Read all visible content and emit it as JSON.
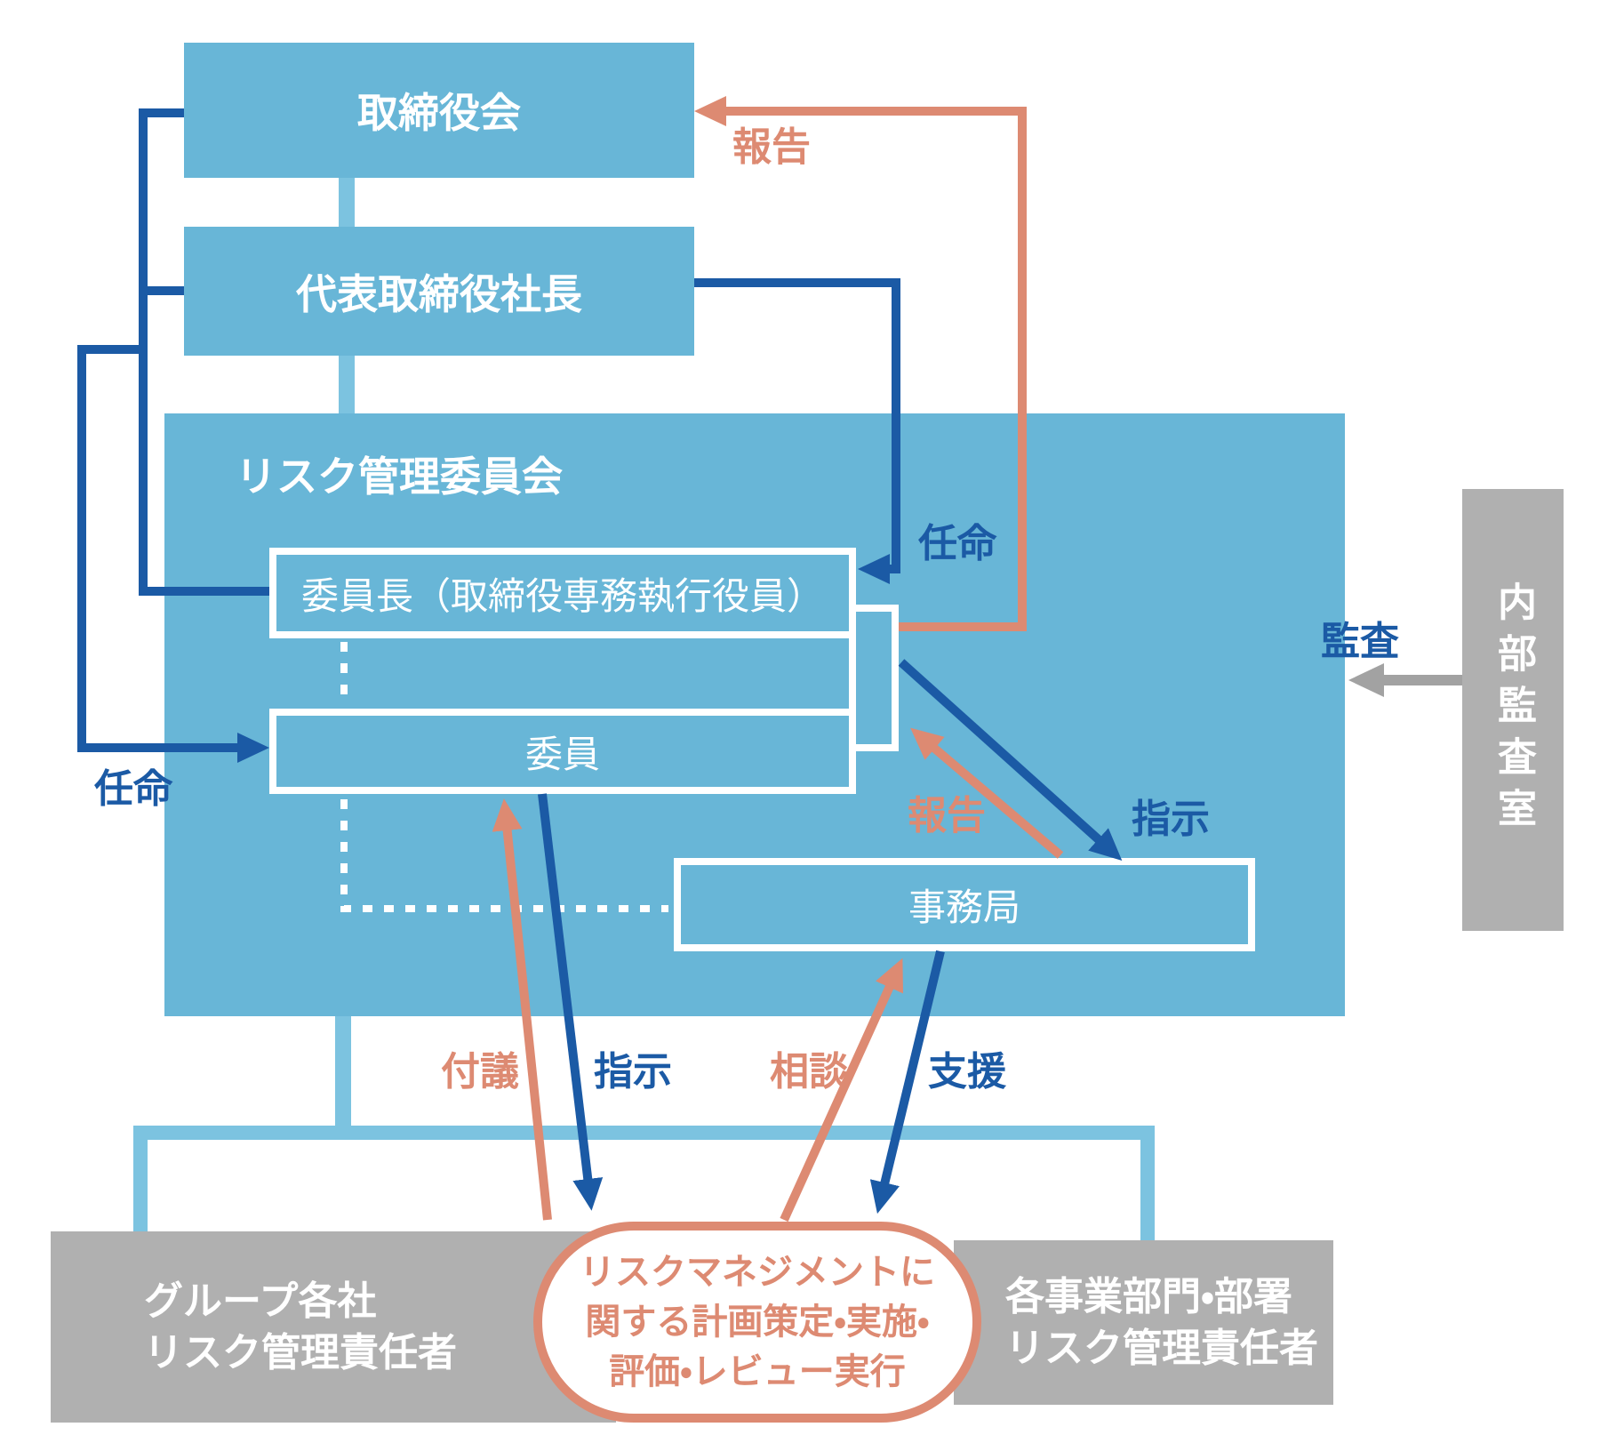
{
  "colors": {
    "box_blue": "#68b6d7",
    "connector_blue": "#7cc3e0",
    "dark_blue": "#1b5aa5",
    "salmon": "#dd8a72",
    "gray_box": "#b0b0b0",
    "gray_arrow": "#a2a2a2"
  },
  "boxes": {
    "board": "取締役会",
    "president": "代表取締役社長",
    "committee_title": "リスク管理委員会",
    "chairman": "委員長（取締役専務執行役員）",
    "members": "委員",
    "secretariat": "事務局",
    "internal_audit": "内部監査室",
    "group_companies": {
      "line1": "グループ各社",
      "line2": "リスク管理責任者"
    },
    "business_units": {
      "line1": "各事業部門・部署",
      "line2": "リスク管理責任者"
    },
    "activity": {
      "line1": "リスクマネジメントに",
      "line2": "関する計画策定・実施・",
      "line3": "評価・レビュー実行"
    }
  },
  "arrow_labels": {
    "report_top": "報告",
    "appoint_top": "任命",
    "appoint_left": "任命",
    "audit": "監査",
    "report_mid": "報告",
    "instruct_mid": "指示",
    "submit": "付議",
    "instruct_bottom": "指示",
    "consult": "相談",
    "support": "支援"
  }
}
